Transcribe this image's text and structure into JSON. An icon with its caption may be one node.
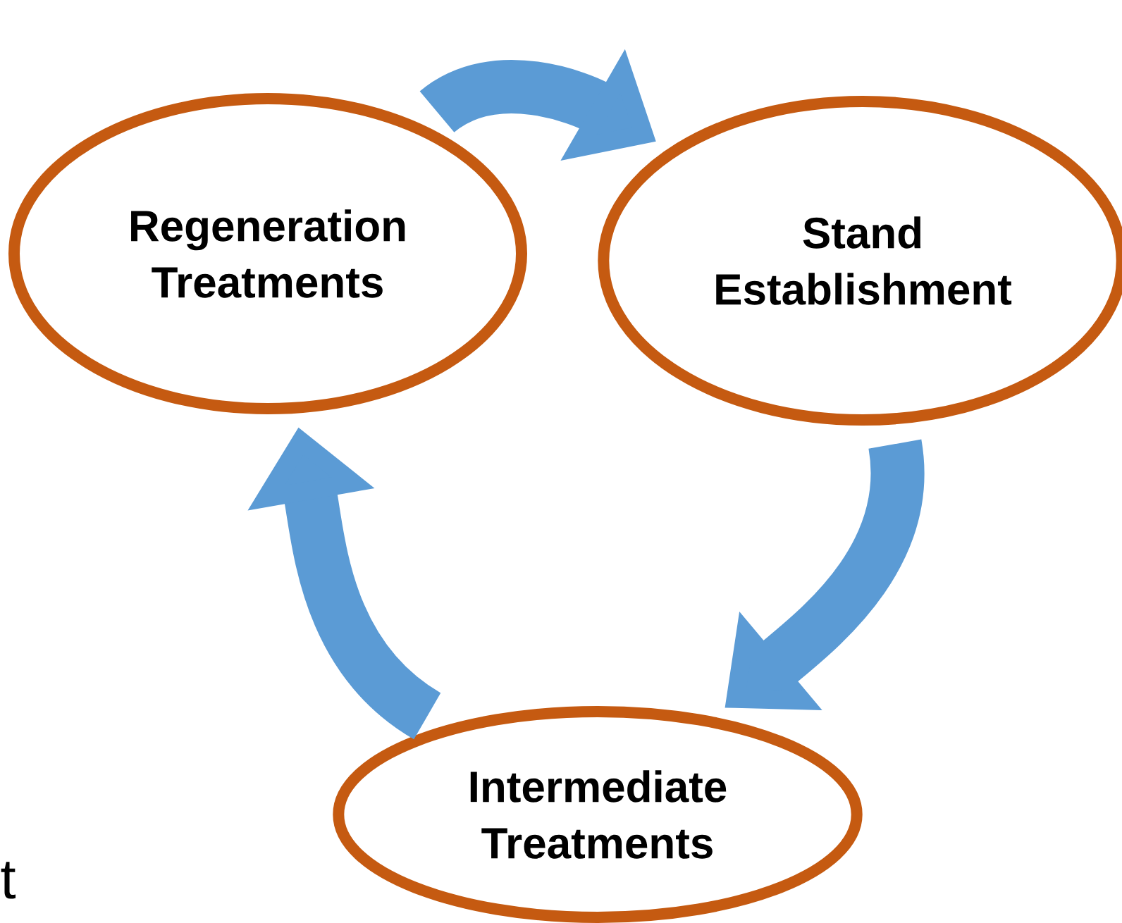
{
  "diagram": {
    "nodes": [
      {
        "text": [
          "Regeneration Treatments"
        ]
      },
      {
        "text": [
          "Stand Establishment"
        ]
      },
      {
        "text": [
          "Intermediate Treatments"
        ]
      }
    ],
    "edges": [
      {
        "from": 0,
        "to": 1,
        "arrow": "to"
      },
      {
        "from": 1,
        "to": 2,
        "arrow": "to"
      },
      {
        "from": 2,
        "to": 0,
        "arrow": "to"
      }
    ],
    "labels": [
      "t"
    ]
  }
}
